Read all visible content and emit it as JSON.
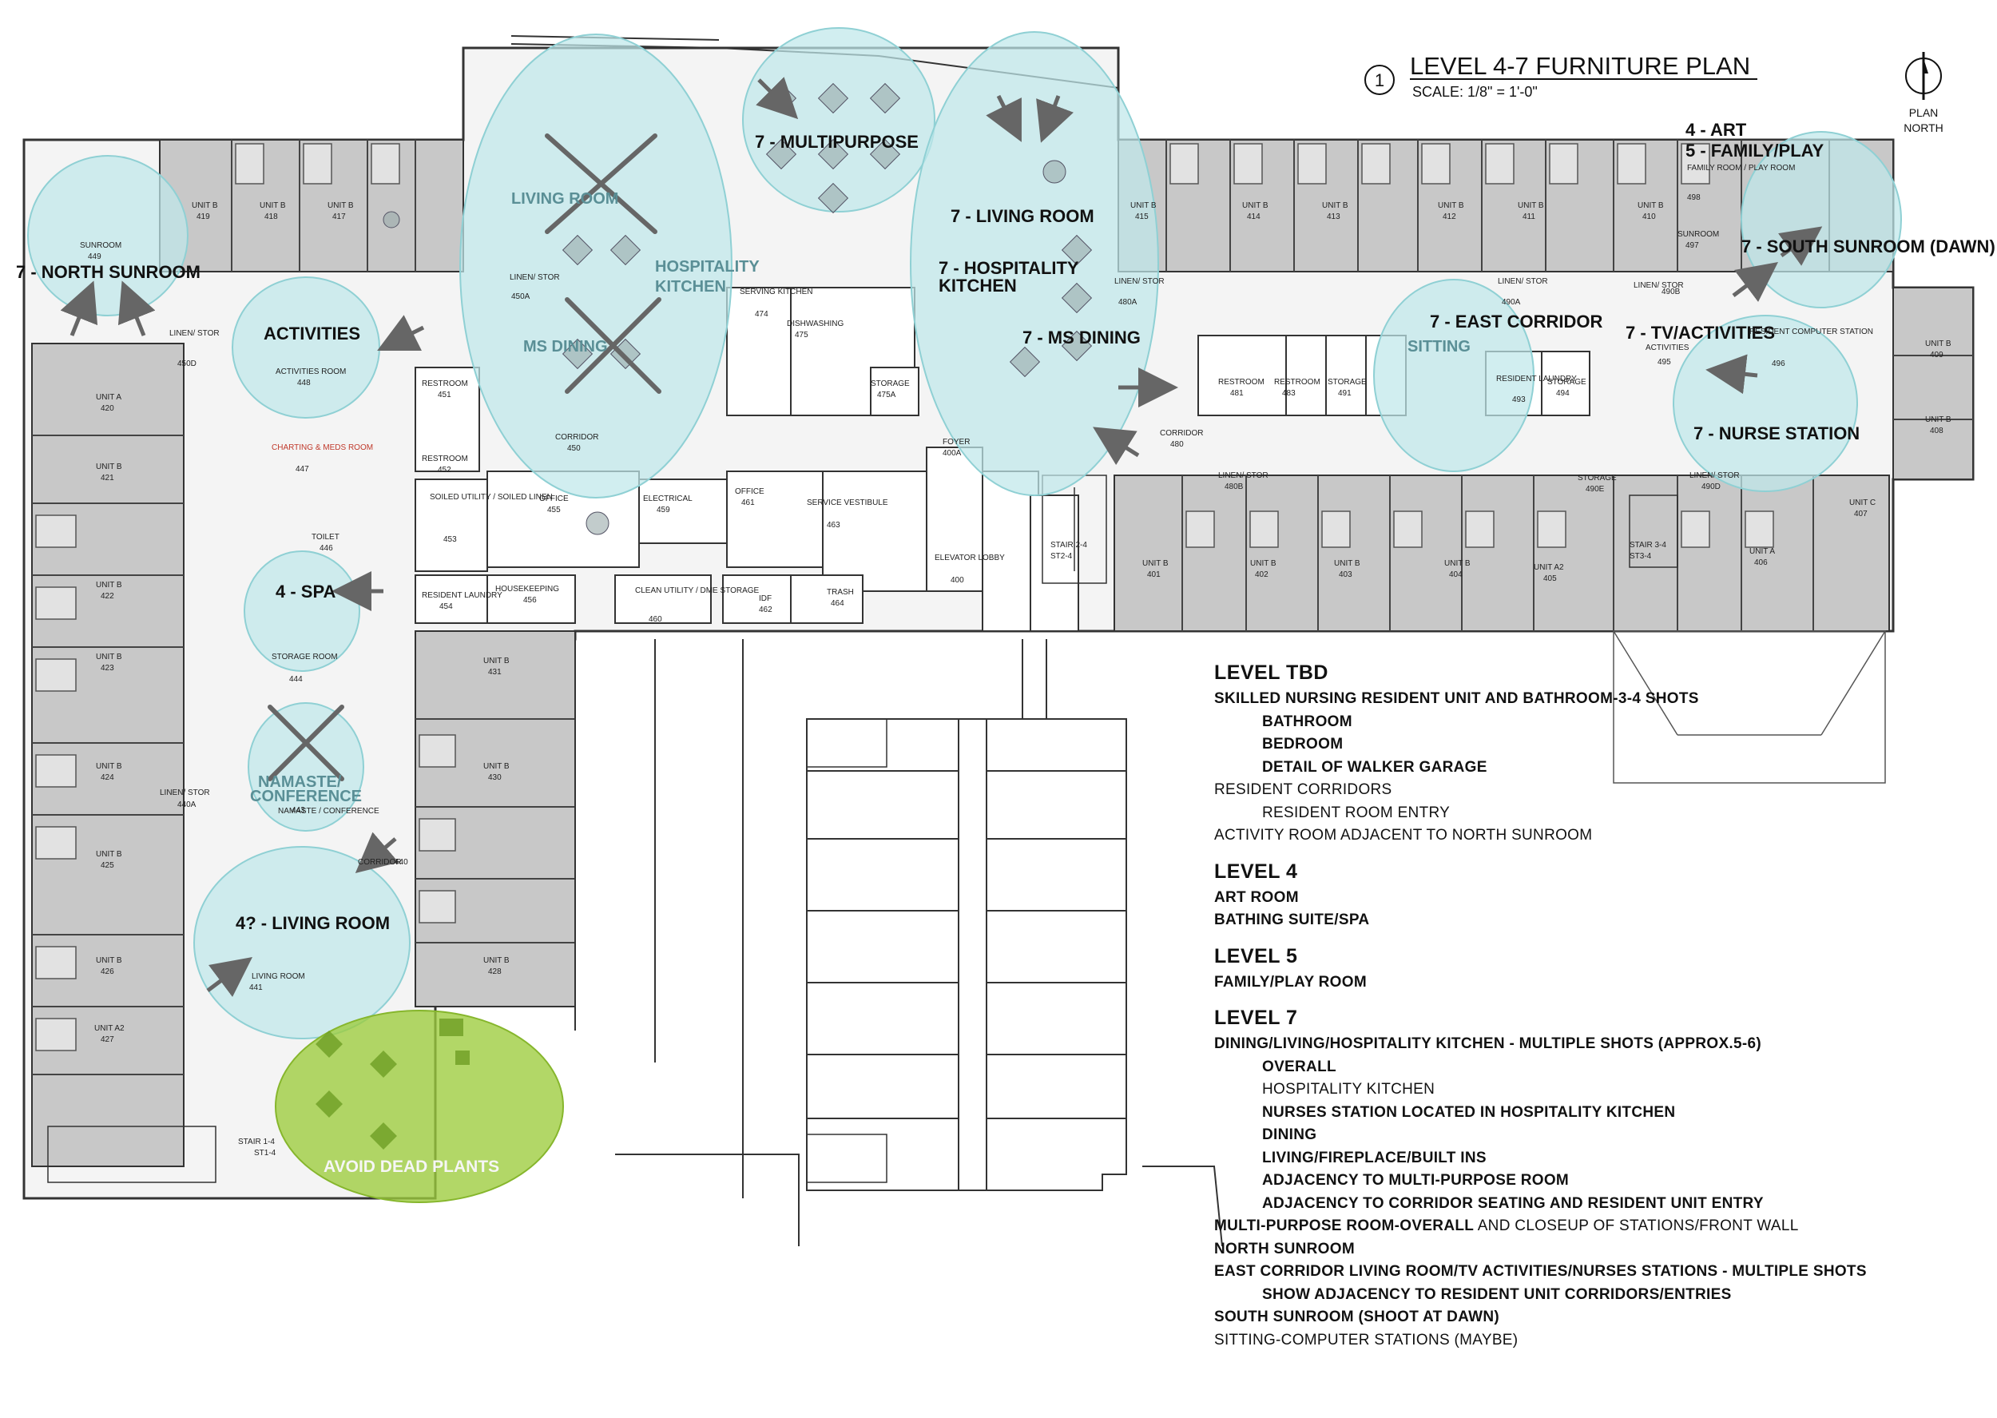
{
  "title": {
    "number": "1",
    "name": "LEVEL 4-7 FURNITURE PLAN",
    "scale": "SCALE:  1/8\" = 1'-0\"",
    "north": [
      "PLAN",
      "NORTH"
    ]
  },
  "colors": {
    "zone": "#bfe8ea",
    "zone_stroke": "#8fd0d4",
    "green": "#9ccc3c",
    "unit": "#c8c8c8",
    "wall": "#333333"
  },
  "zones": [
    {
      "key": "north_sunroom",
      "label": "7 - NORTH SUNROOM"
    },
    {
      "key": "activities",
      "label": "ACTIVITIES"
    },
    {
      "key": "multipurpose",
      "label": "7 - MULTIPURPOSE"
    },
    {
      "key": "living_room_7",
      "label": "7 - LIVING ROOM"
    },
    {
      "key": "hospitality_7",
      "label": "7 - HOSPITALITY"
    },
    {
      "key": "hospitality_7b",
      "label": "KITCHEN"
    },
    {
      "key": "ms_dining_7",
      "label": "7 - MS DINING"
    },
    {
      "key": "east_corridor",
      "label": "7 - EAST CORRIDOR"
    },
    {
      "key": "art",
      "label": "4 - ART"
    },
    {
      "key": "family_play",
      "label": "5 - FAMILY/PLAY"
    },
    {
      "key": "south_sunroom",
      "label": "7 - SOUTH SUNROOM (DAWN)"
    },
    {
      "key": "tv_activities",
      "label": "7 - TV/ACTIVITIES"
    },
    {
      "key": "nurse_station",
      "label": "7 - NURSE STATION"
    },
    {
      "key": "spa",
      "label": "4 - SPA"
    },
    {
      "key": "living_room_4",
      "label": "4? - LIVING ROOM"
    },
    {
      "key": "avoid_plants",
      "label": "AVOID DEAD PLANTS"
    }
  ],
  "crossed_labels": {
    "living_room": "LIVING ROOM",
    "hospitality": "HOSPITALITY",
    "kitchen": "KITCHEN",
    "ms_dining": "MS DINING",
    "sitting": "SITTING",
    "namaste": "NAMASTE/",
    "conference": "CONFERENCE"
  },
  "rooms": [
    {
      "name": "UNIT B",
      "num": "419"
    },
    {
      "name": "UNIT B",
      "num": "418"
    },
    {
      "name": "UNIT B",
      "num": "417"
    },
    {
      "name": "UNIT B",
      "num": "415"
    },
    {
      "name": "UNIT B",
      "num": "414"
    },
    {
      "name": "UNIT B",
      "num": "413"
    },
    {
      "name": "UNIT B",
      "num": "412"
    },
    {
      "name": "UNIT B",
      "num": "411"
    },
    {
      "name": "UNIT B",
      "num": "410"
    },
    {
      "name": "UNIT A",
      "num": "420"
    },
    {
      "name": "UNIT B",
      "num": "421"
    },
    {
      "name": "UNIT B",
      "num": "422"
    },
    {
      "name": "UNIT B",
      "num": "423"
    },
    {
      "name": "UNIT B",
      "num": "424"
    },
    {
      "name": "UNIT B",
      "num": "425"
    },
    {
      "name": "UNIT B",
      "num": "426"
    },
    {
      "name": "UNIT A2",
      "num": "427"
    },
    {
      "name": "UNIT B",
      "num": "431"
    },
    {
      "name": "UNIT B",
      "num": "430"
    },
    {
      "name": "UNIT B",
      "num": "428"
    },
    {
      "name": "UNIT B",
      "num": "401"
    },
    {
      "name": "UNIT B",
      "num": "402"
    },
    {
      "name": "UNIT B",
      "num": "403"
    },
    {
      "name": "UNIT B",
      "num": "404"
    },
    {
      "name": "UNIT A2",
      "num": "405"
    },
    {
      "name": "UNIT A",
      "num": "406"
    },
    {
      "name": "UNIT C",
      "num": "407"
    },
    {
      "name": "UNIT B",
      "num": "408"
    },
    {
      "name": "UNIT B",
      "num": "409"
    },
    {
      "name": "SUNROOM",
      "num": "449"
    },
    {
      "name": "ACTIVITIES ROOM",
      "num": "448"
    },
    {
      "name": "CHARTING & MEDS ROOM",
      "num": "447"
    },
    {
      "name": "TOILET",
      "num": "446"
    },
    {
      "name": "STORAGE ROOM",
      "num": "444"
    },
    {
      "name": "LIVING ROOM",
      "num": "441"
    },
    {
      "name": "RESTROOM",
      "num": "451"
    },
    {
      "name": "RESTROOM",
      "num": "452"
    },
    {
      "name": "SOILED UTILITY / SOILED LINEN",
      "num": "453"
    },
    {
      "name": "RESIDENT LAUNDRY",
      "num": "454"
    },
    {
      "name": "OFFICE",
      "num": "455"
    },
    {
      "name": "HOUSEKEEPING",
      "num": "456"
    },
    {
      "name": "ELECTRICAL",
      "num": "459"
    },
    {
      "name": "CLEAN UTILITY / DME STORAGE",
      "num": "460"
    },
    {
      "name": "OFFICE",
      "num": "461"
    },
    {
      "name": "IDF",
      "num": "462"
    },
    {
      "name": "SERVICE VESTIBULE",
      "num": "463"
    },
    {
      "name": "TRASH",
      "num": "464"
    },
    {
      "name": "SERVING KITCHEN",
      "num": "474"
    },
    {
      "name": "DISHWASHING",
      "num": "475"
    },
    {
      "name": "STORAGE",
      "num": "475A"
    },
    {
      "name": "FOYER",
      "num": "400A"
    },
    {
      "name": "ELEVATOR LOBBY",
      "num": "400"
    },
    {
      "name": "CORRIDOR",
      "num": "450"
    },
    {
      "name": "CORRIDOR",
      "num": "480"
    },
    {
      "name": "RESTROOM",
      "num": "481"
    },
    {
      "name": "RESTROOM",
      "num": "483"
    },
    {
      "name": "STORAGE",
      "num": "491"
    },
    {
      "name": "RESIDENT LAUNDRY",
      "num": "493"
    },
    {
      "name": "STORAGE",
      "num": "494"
    },
    {
      "name": "STORAGE",
      "num": "490E"
    },
    {
      "name": "RESIDENT COMPUTER STATION",
      "num": "496"
    },
    {
      "name": "FAMILY ROOM / PLAY ROOM",
      "num": "498"
    },
    {
      "name": "SUNROOM",
      "num": "497"
    },
    {
      "name": "ACTIVITIES",
      "num": "495"
    },
    {
      "name": "STAIR 2-4",
      "num": "ST2-4"
    },
    {
      "name": "STAIR 3-4",
      "num": "ST3-4"
    },
    {
      "name": "STAIR 1-4",
      "num": "ST1-4"
    },
    {
      "name": "LINEN/ STOR",
      "num": "450D"
    },
    {
      "name": "LINEN/ STOR",
      "num": "440A"
    },
    {
      "name": "LINEN/ STOR",
      "num": "480B"
    },
    {
      "name": "LINEN/ STOR",
      "num": "490D"
    },
    {
      "name": "LINEN/ STOR",
      "num": "490A"
    },
    {
      "name": "LINEN/ STOR",
      "num": "480A"
    },
    {
      "name": "LINEN/ STOR",
      "num": "490B"
    },
    {
      "name": "LINEN/ STOR",
      "num": "450A"
    },
    {
      "name": "NAMASTE / CONFERENCE",
      "num": "443"
    },
    {
      "name": "CORRIDOR",
      "num": "440"
    }
  ],
  "notes": [
    {
      "heading": "LEVEL TBD",
      "lines": [
        {
          "text": "SKILLED NURSING RESIDENT UNIT AND BATHROOM-3-4 SHOTS",
          "bold": true,
          "indent": 0
        },
        {
          "text": "BATHROOM",
          "bold": true,
          "indent": 1
        },
        {
          "text": "BEDROOM",
          "bold": true,
          "indent": 1
        },
        {
          "text": "DETAIL OF WALKER GARAGE",
          "bold": true,
          "indent": 1
        },
        {
          "text": "RESIDENT CORRIDORS",
          "bold": false,
          "indent": 0
        },
        {
          "text": "RESIDENT ROOM ENTRY",
          "bold": false,
          "indent": 1
        },
        {
          "text": "ACTIVITY ROOM ADJACENT TO NORTH SUNROOM",
          "bold": false,
          "indent": 0
        }
      ]
    },
    {
      "heading": "LEVEL 4",
      "lines": [
        {
          "text": "ART ROOM",
          "bold": true,
          "indent": 0
        },
        {
          "text": "BATHING SUITE/SPA",
          "bold": true,
          "indent": 0
        }
      ]
    },
    {
      "heading": "LEVEL 5",
      "lines": [
        {
          "text": "FAMILY/PLAY ROOM",
          "bold": true,
          "indent": 0
        }
      ]
    },
    {
      "heading": "LEVEL 7",
      "lines": [
        {
          "text": "DINING/LIVING/HOSPITALITY KITCHEN - MULTIPLE SHOTS (APPROX.5-6)",
          "bold": true,
          "indent": 0
        },
        {
          "text": "OVERALL",
          "bold": true,
          "indent": 1
        },
        {
          "text": "HOSPITALITY KITCHEN",
          "bold": false,
          "indent": 1
        },
        {
          "text": "NURSES STATION LOCATED IN HOSPITALITY KITCHEN",
          "bold": true,
          "indent": 1
        },
        {
          "text": "DINING",
          "bold": true,
          "indent": 1
        },
        {
          "text": "LIVING/FIREPLACE/BUILT INS",
          "bold": true,
          "indent": 1
        },
        {
          "text": "ADJACENCY TO MULTI-PURPOSE ROOM",
          "bold": true,
          "indent": 1
        },
        {
          "text": "ADJACENCY TO CORRIDOR SEATING AND RESIDENT UNIT ENTRY",
          "bold": true,
          "indent": 1
        },
        {
          "text": "MULTI-PURPOSE ROOM-OVERALL",
          "bold": true,
          "indent": 0,
          "suffix": " AND CLOSEUP OF STATIONS/FRONT WALL"
        },
        {
          "text": "NORTH SUNROOM",
          "bold": true,
          "indent": 0
        },
        {
          "text": "EAST CORRIDOR LIVING ROOM/TV ACTIVITIES/NURSES STATIONS - MULTIPLE SHOTS",
          "bold": true,
          "indent": 0
        },
        {
          "text": "SHOW ADJACENCY TO RESIDENT UNIT CORRIDORS/ENTRIES",
          "bold": true,
          "indent": 1
        },
        {
          "text": "SOUTH SUNROOM (SHOOT AT DAWN)",
          "bold": true,
          "indent": 0
        },
        {
          "text": "SITTING-COMPUTER STATIONS (MAYBE)",
          "bold": false,
          "indent": 0
        }
      ]
    }
  ]
}
